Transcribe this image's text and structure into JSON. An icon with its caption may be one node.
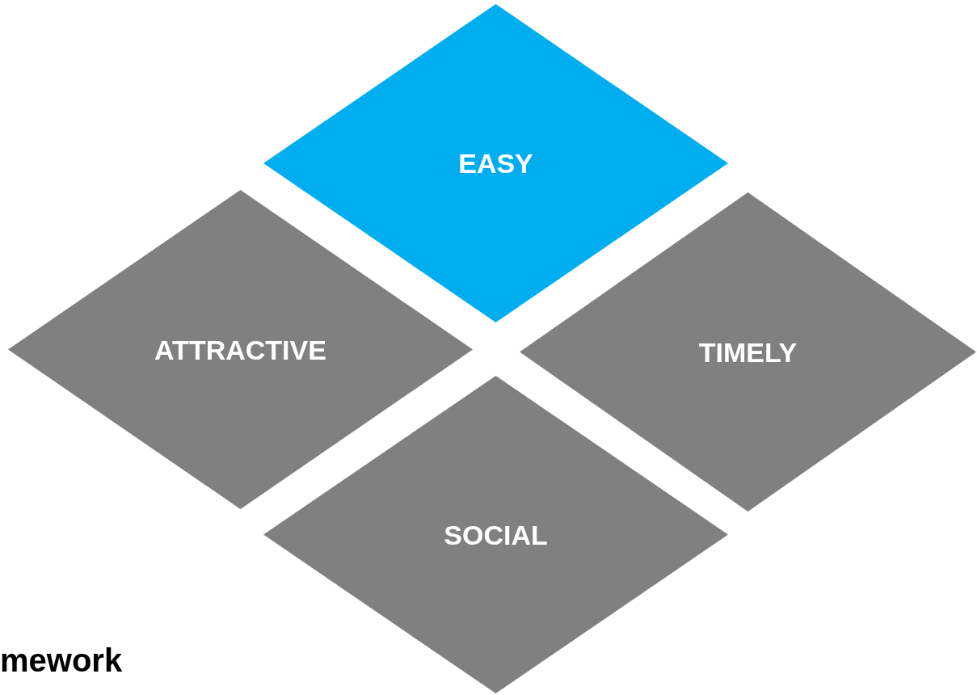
{
  "diagram": {
    "nodes": [
      {
        "text": [
          "EASY"
        ]
      },
      {
        "text": [
          "ATTRACTIVE"
        ]
      },
      {
        "text": [
          "TIMELY"
        ]
      },
      {
        "text": [
          "SOCIAL"
        ]
      }
    ],
    "labels": [
      "mework"
    ]
  }
}
